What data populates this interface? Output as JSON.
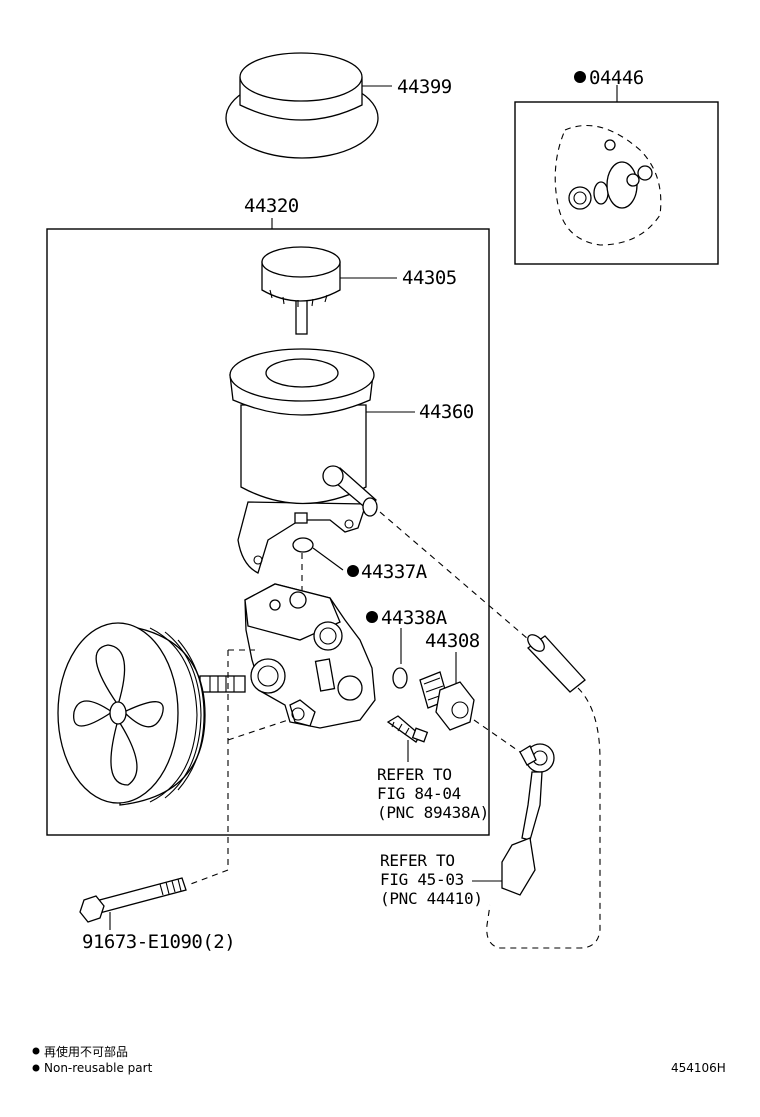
{
  "labels": {
    "part_44399": "44399",
    "part_04446": "04446",
    "part_44320": "44320",
    "part_44305": "44305",
    "part_44360": "44360",
    "part_44337A": "44337A",
    "part_44338A": "44338A",
    "part_44308": "44308",
    "bolt": "91673-E1090(2)"
  },
  "refer_sensor": {
    "line1": "REFER TO",
    "line2": "FIG 84-04",
    "line3": "(PNC 89438A)"
  },
  "refer_hose": {
    "line1": "REFER TO",
    "line2": "FIG 45-03",
    "line3": "(PNC 44410)"
  },
  "legend": {
    "non_reusable_jp": "再使用不可部品",
    "non_reusable_en": "Non-reusable part"
  },
  "figure_id": "454106H"
}
